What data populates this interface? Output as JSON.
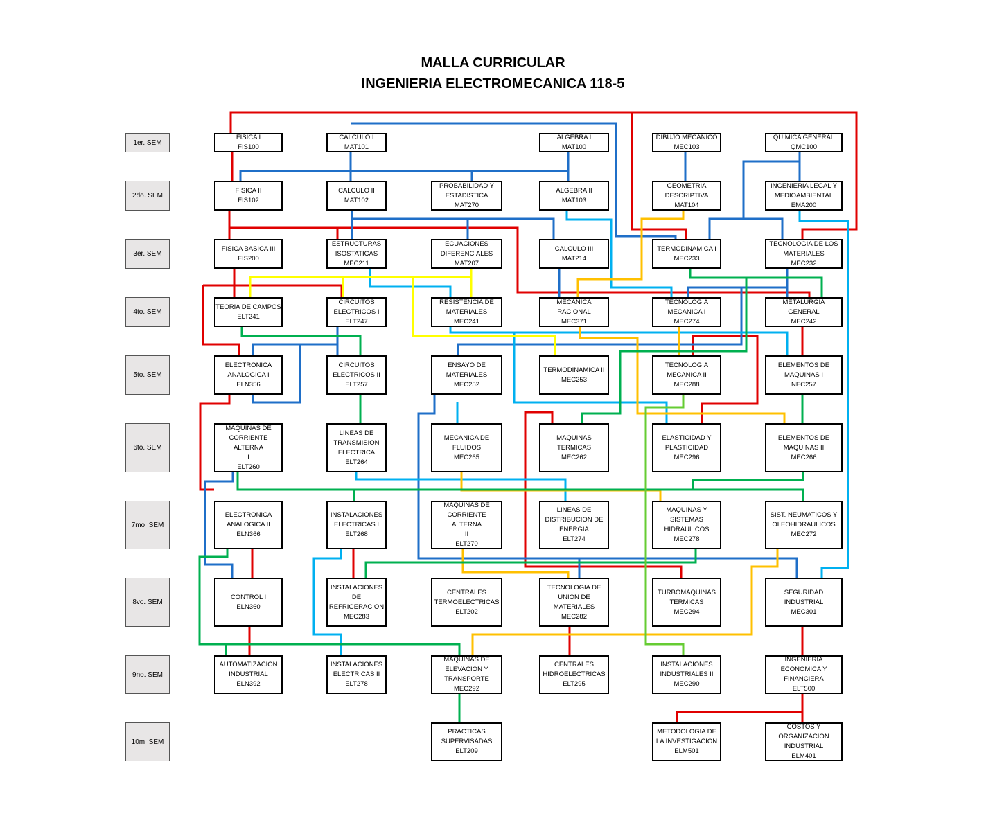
{
  "title": {
    "line1": "MALLA CURRICULAR",
    "line2": "INGENIERIA ELECTROMECANICA 118-5"
  },
  "semesters": [
    "1er. SEM",
    "2do. SEM",
    "3er. SEM",
    "4to. SEM",
    "5to. SEM",
    "6to. SEM",
    "7mo. SEM",
    "8vo. SEM",
    "9no. SEM",
    "10m. SEM"
  ],
  "courses": {
    "fis100": [
      "FISICA I",
      "FIS100"
    ],
    "mat101": [
      "CALCULO I",
      "MAT101"
    ],
    "mat100": [
      "ALGEBRA I",
      "MAT100"
    ],
    "mec103": [
      "DIBUJO MECANICO",
      "MEC103"
    ],
    "qmc100": [
      "QUIMICA GENERAL",
      "QMC100"
    ],
    "fis102": [
      "FISICA II",
      "FIS102"
    ],
    "mat102": [
      "CALCULO II",
      "MAT102"
    ],
    "mat270": [
      "PROBABILIDAD Y",
      "ESTADISTICA",
      "MAT270"
    ],
    "mat103": [
      "ALGEBRA II",
      "MAT103"
    ],
    "mat104": [
      "GEOMETRIA",
      "DESCRIPTIVA",
      "MAT104"
    ],
    "ema200": [
      "INGENIERIA LEGAL Y",
      "MEDIOAMBIENTAL",
      "EMA200"
    ],
    "fis200": [
      "FISICA BASICA III",
      "FIS200"
    ],
    "mec211": [
      "ESTRUCTURAS",
      "ISOSTATICAS",
      "MEC211"
    ],
    "mat207": [
      "ECUACIONES",
      "DIFERENCIALES",
      "MAT207"
    ],
    "mat214": [
      "CALCULO III",
      "MAT214"
    ],
    "mec233": [
      "TERMODINAMICA I",
      "MEC233"
    ],
    "mec232": [
      "TECNOLOGIA DE LOS",
      "MATERIALES",
      "MEC232"
    ],
    "elt241": [
      "TEORIA DE CAMPOS",
      "ELT241"
    ],
    "elt247": [
      "CIRCUITOS",
      "ELECTRICOS I",
      "ELT247"
    ],
    "mec241": [
      "RESISTENCIA DE",
      "MATERIALES",
      "MEC241"
    ],
    "mec371": [
      "MECANICA",
      "RACIONAL",
      "MEC371"
    ],
    "mec274": [
      "TECNOLOGIA",
      "MECANICA I",
      "MEC274"
    ],
    "mec242": [
      "METALURGIA GENERAL",
      "MEC242"
    ],
    "eln356": [
      "ELECTRONICA",
      "ANALOGICA I",
      "ELN356"
    ],
    "elt257": [
      "CIRCUITOS",
      "ELECTRICOS II",
      "ELT257"
    ],
    "mec252": [
      "ENSAYO DE",
      "MATERIALES",
      "MEC252"
    ],
    "mec253": [
      "TERMODINAMICA II",
      "MEC253"
    ],
    "mec288": [
      "TECNOLOGIA",
      "MECANICA II",
      "MEC288"
    ],
    "nec257": [
      "ELEMENTOS DE",
      "MAQUINAS I",
      "NEC257"
    ],
    "elt260": [
      "MAQUINAS DE",
      "CORRIENTE ALTERNA",
      "I",
      "ELT260"
    ],
    "elt264": [
      "LINEAS DE",
      "TRANSMISION",
      "ELECTRICA",
      "ELT264"
    ],
    "mec265": [
      "MECANICA DE",
      "FLUIDOS",
      "MEC265"
    ],
    "mec262": [
      "MAQUINAS",
      "TERMICAS",
      "MEC262"
    ],
    "mec296": [
      "ELASTICIDAD Y",
      "PLASTICIDAD",
      "MEC296"
    ],
    "mec266": [
      "ELEMENTOS DE",
      "MAQUINAS II",
      "MEC266"
    ],
    "eln366": [
      "ELECTRONICA",
      "ANALOGICA II",
      "ELN366"
    ],
    "elt268": [
      "INSTALACIONES",
      "ELECTRICAS I",
      "ELT268"
    ],
    "elt270": [
      "MAQUINAS DE",
      "CORRIENTE ALTERNA",
      "II",
      "ELT270"
    ],
    "elt274": [
      "LINEAS DE",
      "DISTRIBUCION DE",
      "ENERGIA",
      "ELT274"
    ],
    "mec278": [
      "MAQUINAS Y",
      "SISTEMAS",
      "HIDRAULICOS",
      "MEC278"
    ],
    "mec272": [
      "SIST. NEUMATICOS Y",
      "OLEOHIDRAULICOS",
      "MEC272"
    ],
    "eln360": [
      "CONTROL I",
      "ELN360"
    ],
    "mec283": [
      "INSTALACIONES",
      "DE",
      "REFRIGERACION",
      "MEC283"
    ],
    "elt202": [
      "CENTRALES",
      "TERMOELECTRICAS",
      "ELT202"
    ],
    "mec282": [
      "TECNOLOGIA DE",
      "UNION DE",
      "MATERIALES",
      "MEC282"
    ],
    "mec294": [
      "TURBOMAQUINAS",
      "TERMICAS",
      "MEC294"
    ],
    "mec301": [
      "SEGURIDAD",
      "INDUSTRIAL",
      "MEC301"
    ],
    "eln392": [
      "AUTOMATIZACION",
      "INDUSTRIAL",
      "ELN392"
    ],
    "elt278": [
      "INSTALACIONES",
      "ELECTRICAS II",
      "ELT278"
    ],
    "mec292": [
      "MAQUINAS DE",
      "ELEVACION Y",
      "TRANSPORTE",
      "MEC292"
    ],
    "elt295": [
      "CENTRALES",
      "HIDROELECTRICAS",
      "ELT295"
    ],
    "mec290": [
      "INSTALACIONES",
      "INDUSTRIALES II",
      "MEC290"
    ],
    "elt500": [
      "INGENIERIA",
      "ECONOMICA Y",
      "FINANCIERA",
      "ELT500"
    ],
    "elt209": [
      "PRACTICAS",
      "SUPERVISADAS",
      "ELT209"
    ],
    "elm501": [
      "METODOLOGIA DE",
      "LA INVESTIGACION",
      "ELM501"
    ],
    "elm401": [
      "COSTOS Y",
      "ORGANIZACION",
      "INDUSTRIAL",
      "ELM401"
    ]
  }
}
